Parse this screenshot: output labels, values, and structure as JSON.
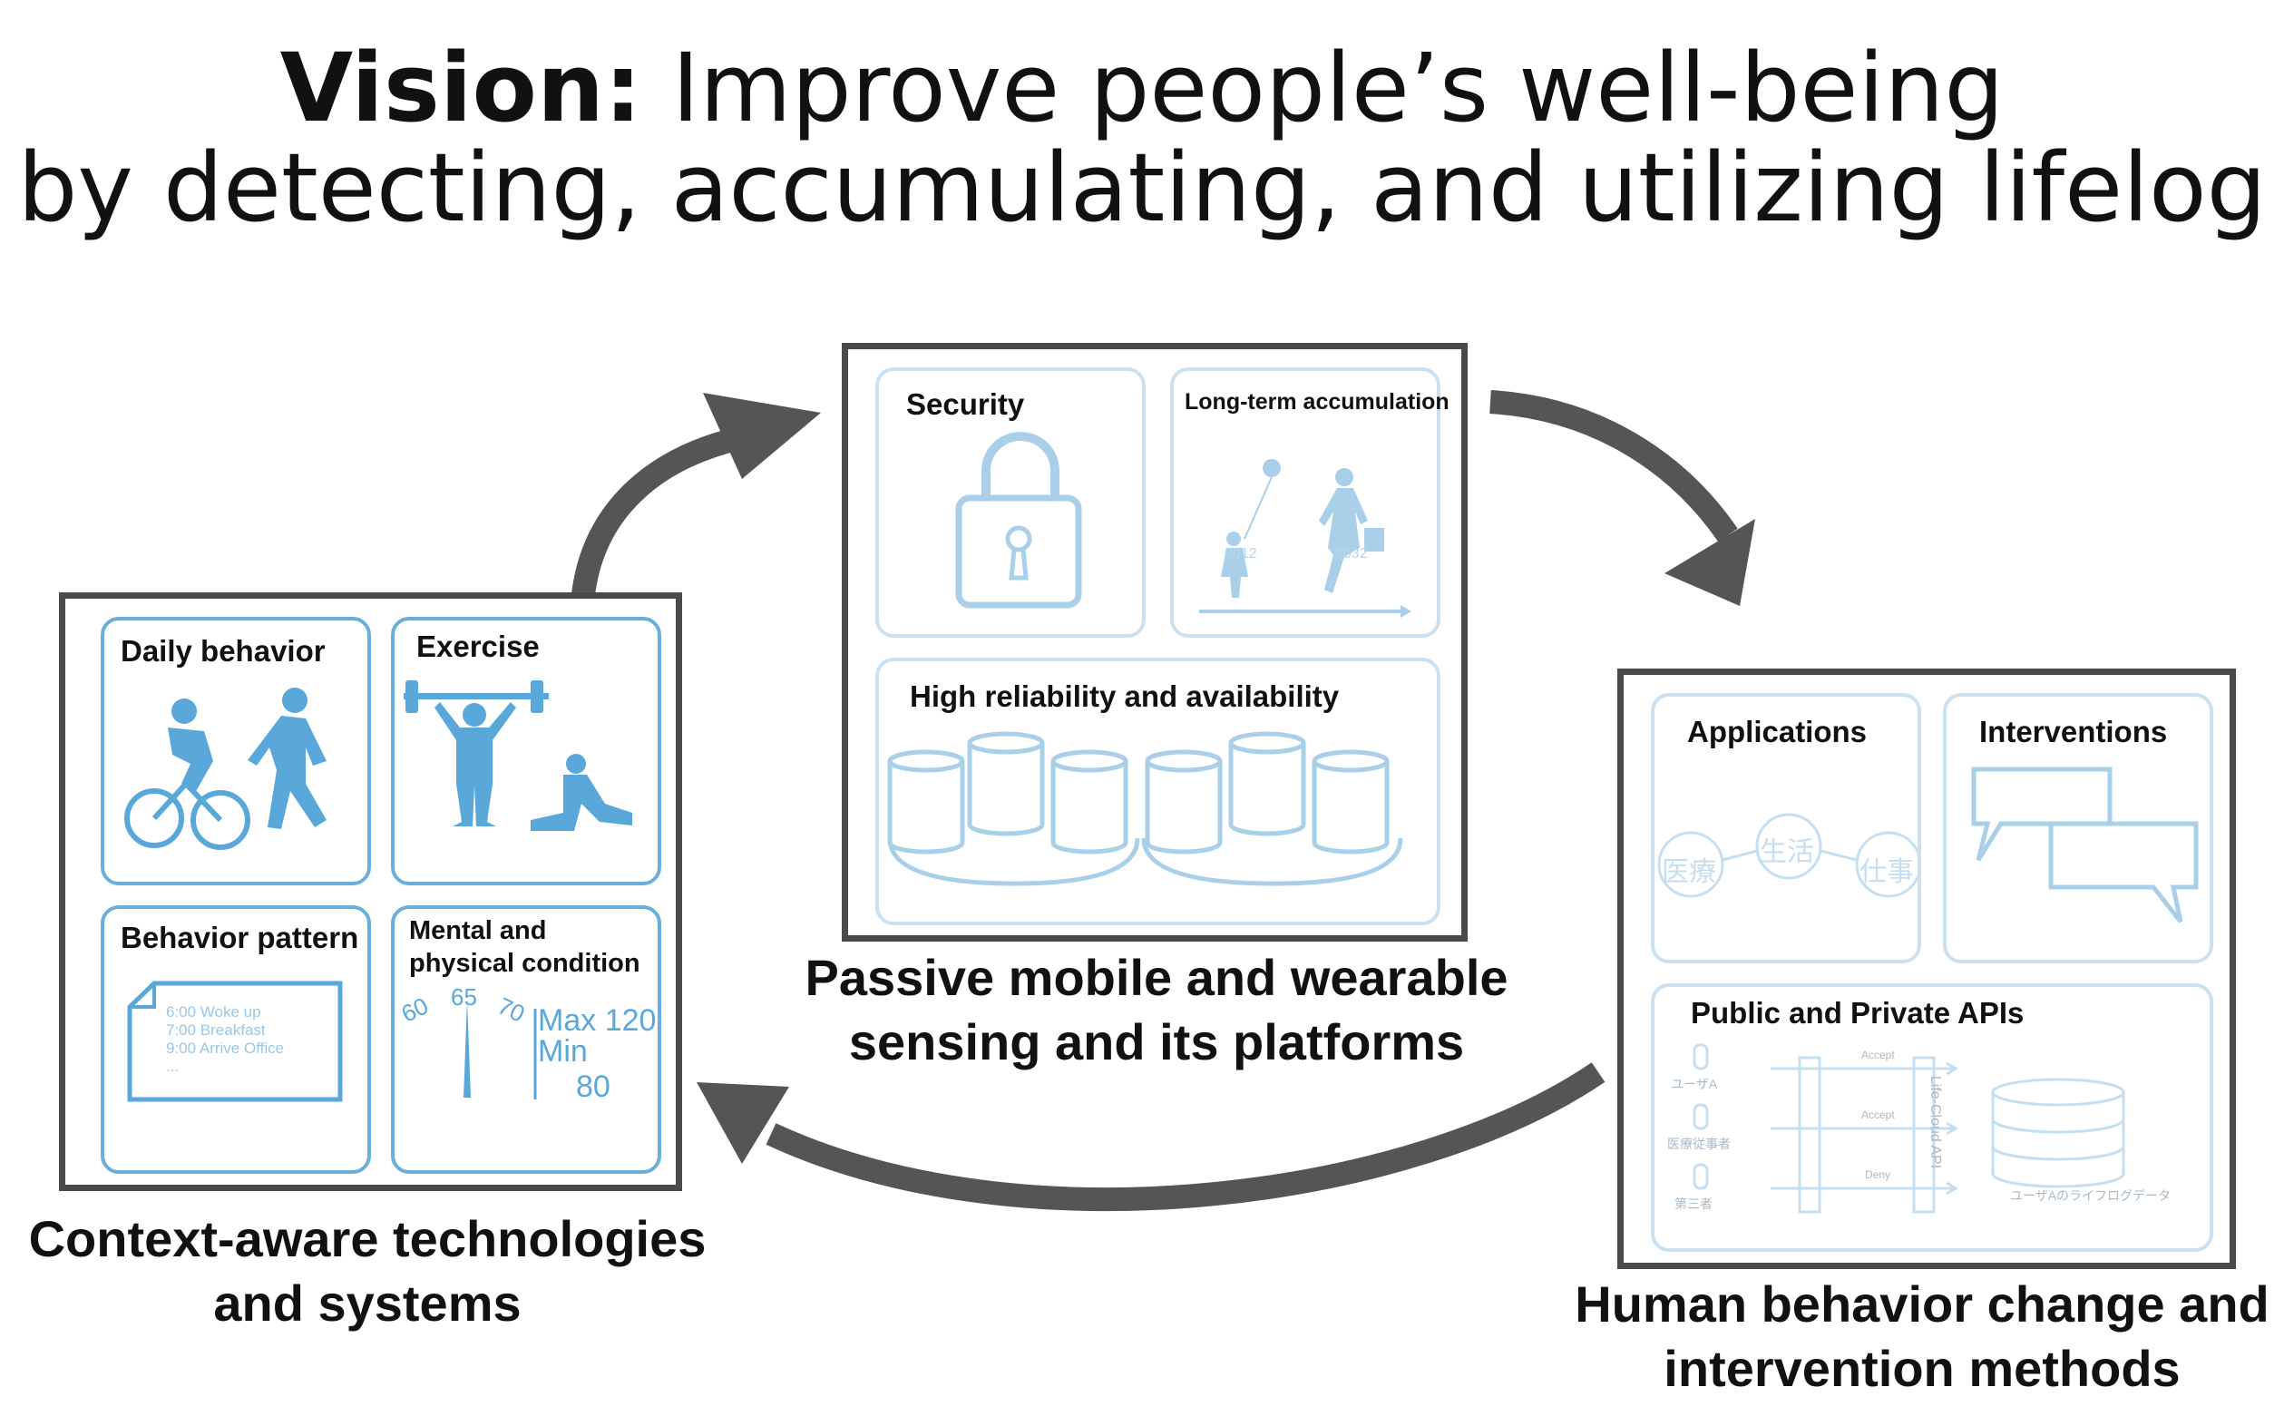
{
  "title": {
    "vision_bold": "Vision:",
    "vision_rest": " Improve people’s well-being",
    "line2": "by detecting, accumulating, and utilizing lifelog"
  },
  "colors": {
    "frame": "#4a4a4a",
    "card_border": "#6aaedb",
    "faded_border": "#cbe1f0",
    "icon": "#5aa7d9",
    "arrow": "#555555"
  },
  "context": {
    "group_line1": "Context-aware technologies",
    "group_line2": "and systems",
    "cards": {
      "daily_behavior": "Daily behavior",
      "exercise": "Exercise",
      "behavior_pattern": "Behavior pattern",
      "mental_physical": "Mental and physical condition"
    },
    "schedule": [
      "6:00  Woke up",
      "7:00  Breakfast",
      "9:00  Arrive Office",
      "..."
    ],
    "gauge": {
      "ticks": [
        "60",
        "65",
        "70"
      ],
      "max_label": "Max",
      "max_value": "120",
      "min_label": "Min",
      "min_value": "80"
    }
  },
  "passive": {
    "group_line1": "Passive mobile and wearable",
    "group_line2": "sensing and its platforms",
    "cards": {
      "security": "Security",
      "long_term": "Long-term accumulation",
      "reliability": "High reliability and availability"
    },
    "years": [
      "2012",
      "2032"
    ]
  },
  "human": {
    "group_line1": "Human behavior change and",
    "group_line2": "intervention methods",
    "cards": {
      "applications": "Applications",
      "interventions": "Interventions",
      "apis": "Public and Private APIs"
    },
    "app_nodes": [
      "医療",
      "生活",
      "仕事"
    ],
    "api_users": [
      "ユーザA",
      "医療従事者",
      "第三者"
    ],
    "api_actions": [
      "Accept",
      "Accept",
      "Deny"
    ],
    "api_name": "Life-Cloud API",
    "api_db_label": "ユーザAのライフログデータ"
  }
}
